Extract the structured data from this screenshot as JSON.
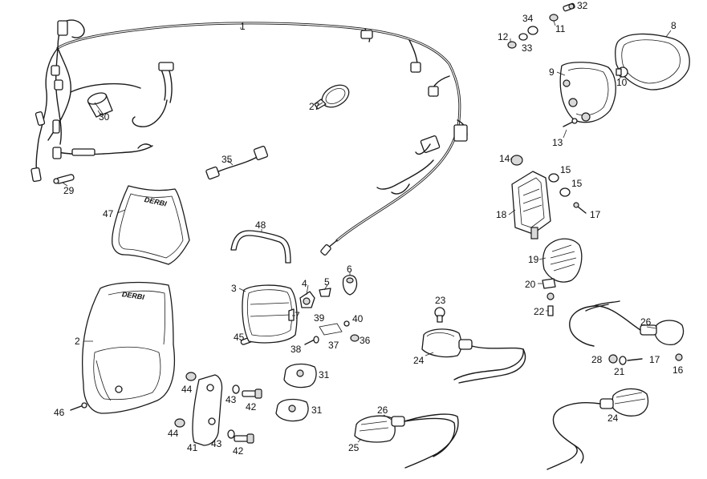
{
  "brand_text": "DERBI",
  "callouts": [
    "1",
    "2",
    "3",
    "4",
    "5",
    "6",
    "7",
    "8",
    "9",
    "10",
    "11",
    "12",
    "13",
    "14",
    "15",
    "16",
    "17",
    "18",
    "19",
    "20",
    "21",
    "22",
    "23",
    "24",
    "25",
    "26",
    "27",
    "28",
    "29",
    "30",
    "31",
    "32",
    "33",
    "34",
    "35",
    "36",
    "37",
    "38",
    "39",
    "40",
    "41",
    "42",
    "43",
    "44",
    "45",
    "46",
    "47",
    "48"
  ]
}
